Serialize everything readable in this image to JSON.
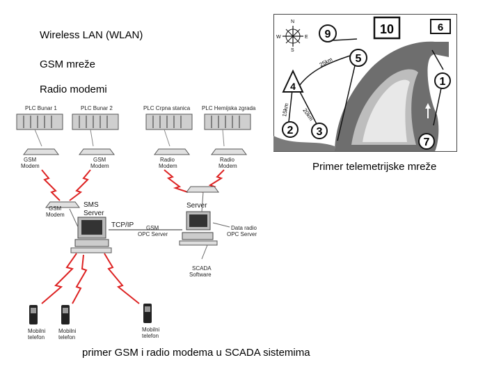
{
  "bullets": [
    "Wireless LAN (WLAN)",
    "GSM mreže",
    "Radio modemi"
  ],
  "telemetry": {
    "caption": "Primer telemetrijske mreže",
    "compass": {
      "n": "N",
      "s": "S",
      "w": "W",
      "e": "E"
    },
    "nodes": [
      "10",
      "6",
      "9",
      "5",
      "4",
      "1",
      "2",
      "3",
      "7"
    ],
    "distances": {
      "d1": "25km",
      "d2": "20km",
      "d3": "15km"
    }
  },
  "scada": {
    "caption": "primer GSM i radio modema u SCADA sistemima",
    "plc": [
      "PLC Bunar 1",
      "PLC Bunar 2",
      "PLC Crpna stanica",
      "PLC Hemijska zgrada"
    ],
    "modems": {
      "gsm1": [
        "GSM",
        "Modem"
      ],
      "gsm2": [
        "GSM",
        "Modem"
      ],
      "radio1": [
        "Radio",
        "Modem"
      ],
      "radio2": [
        "Radio",
        "Modem"
      ],
      "gsm_center": [
        "GSM",
        "Modem"
      ]
    },
    "sms_server": [
      "SMS",
      "Server"
    ],
    "tcpip": "TCP/IP",
    "server": "Server",
    "gsm_opc": [
      "GSM",
      "OPC Server"
    ],
    "radio_opc": [
      "Data radio",
      "OPC Server"
    ],
    "scada_sw": [
      "SCADA",
      "Software"
    ],
    "phones": [
      [
        "Mobilni",
        "telefon"
      ],
      [
        "Mobilni",
        "telefon"
      ],
      [
        "Mobilni",
        "telefon"
      ]
    ]
  }
}
